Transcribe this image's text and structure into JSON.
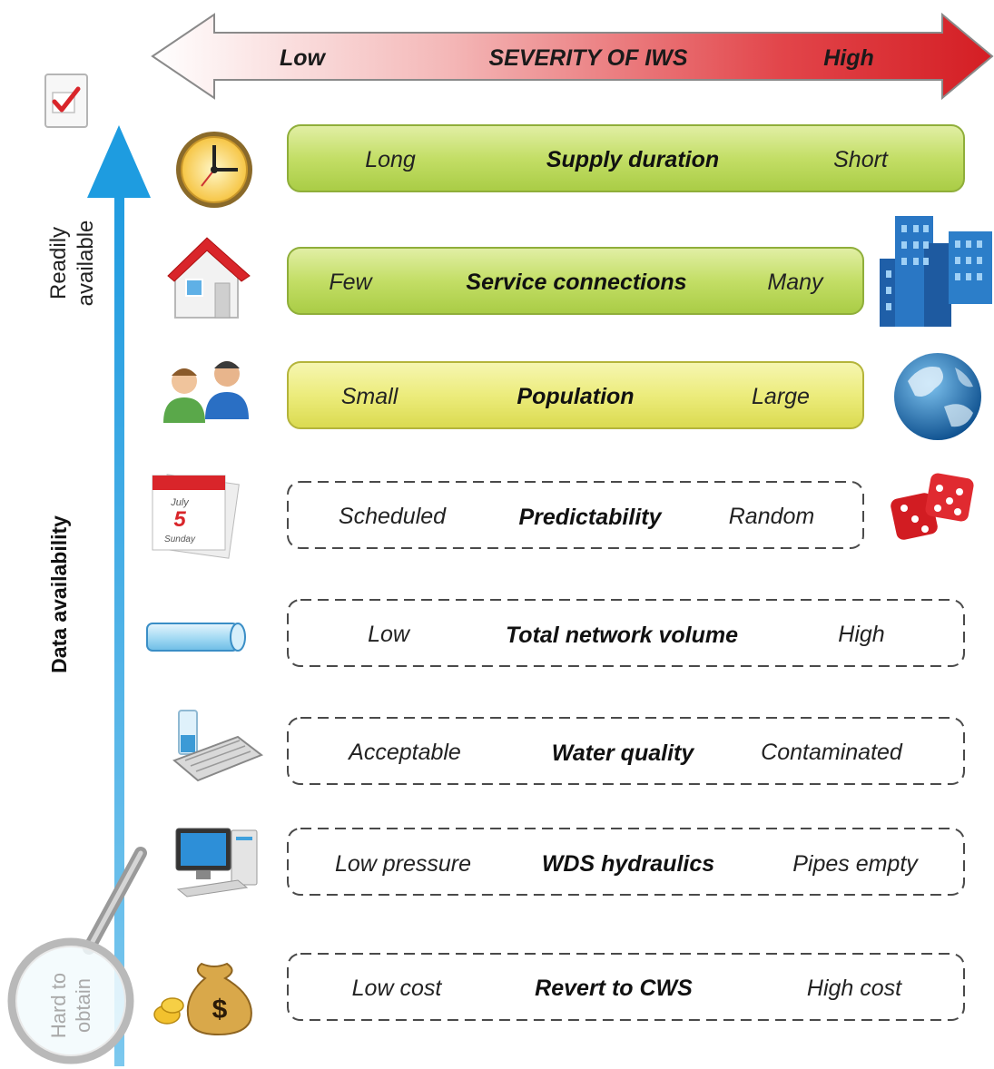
{
  "severity_arrow": {
    "low": "Low",
    "title": "SEVERITY OF IWS",
    "high": "High"
  },
  "data_axis": {
    "readily_line1": "Readily",
    "readily_line2": "available",
    "title": "Data availability",
    "hard_line1": "Hard to",
    "hard_line2": "obtain"
  },
  "rows": [
    {
      "left": "Long",
      "title": "Supply duration",
      "right": "Short",
      "style": "solid-green",
      "icon": "clock-icon"
    },
    {
      "left": "Few",
      "title": "Service connections",
      "right": "Many",
      "style": "solid-green",
      "icon": "house-icon",
      "right_icon": "city-buildings-icon"
    },
    {
      "left": "Small",
      "title": "Population",
      "right": "Large",
      "style": "solid-yellow",
      "icon": "people-icon",
      "right_icon": "globe-icon"
    },
    {
      "left": "Scheduled",
      "title": "Predictability",
      "right": "Random",
      "style": "dashed",
      "icon": "calendar-icon",
      "right_icon": "dice-icon",
      "calendar_line1": "July",
      "calendar_day": "5",
      "calendar_line2": "Sunday"
    },
    {
      "left": "Low",
      "title": "Total network volume",
      "right": "High",
      "style": "dashed",
      "icon": "pipe-icon"
    },
    {
      "left": "Acceptable",
      "title": "Water quality",
      "right": "Contaminated",
      "style": "dashed",
      "icon": "lab-sample-icon"
    },
    {
      "left": "Low pressure",
      "title": "WDS hydraulics",
      "right": "Pipes empty",
      "style": "dashed",
      "icon": "computer-icon"
    },
    {
      "left": "Low cost",
      "title": "Revert to CWS",
      "right": "High cost",
      "style": "dashed",
      "icon": "money-bag-icon"
    }
  ],
  "colors": {
    "green_box": "#c6df6a",
    "yellow_box": "#ecec7a",
    "arrow_red": "#d9252a",
    "axis_blue": "#2aa6e0"
  }
}
